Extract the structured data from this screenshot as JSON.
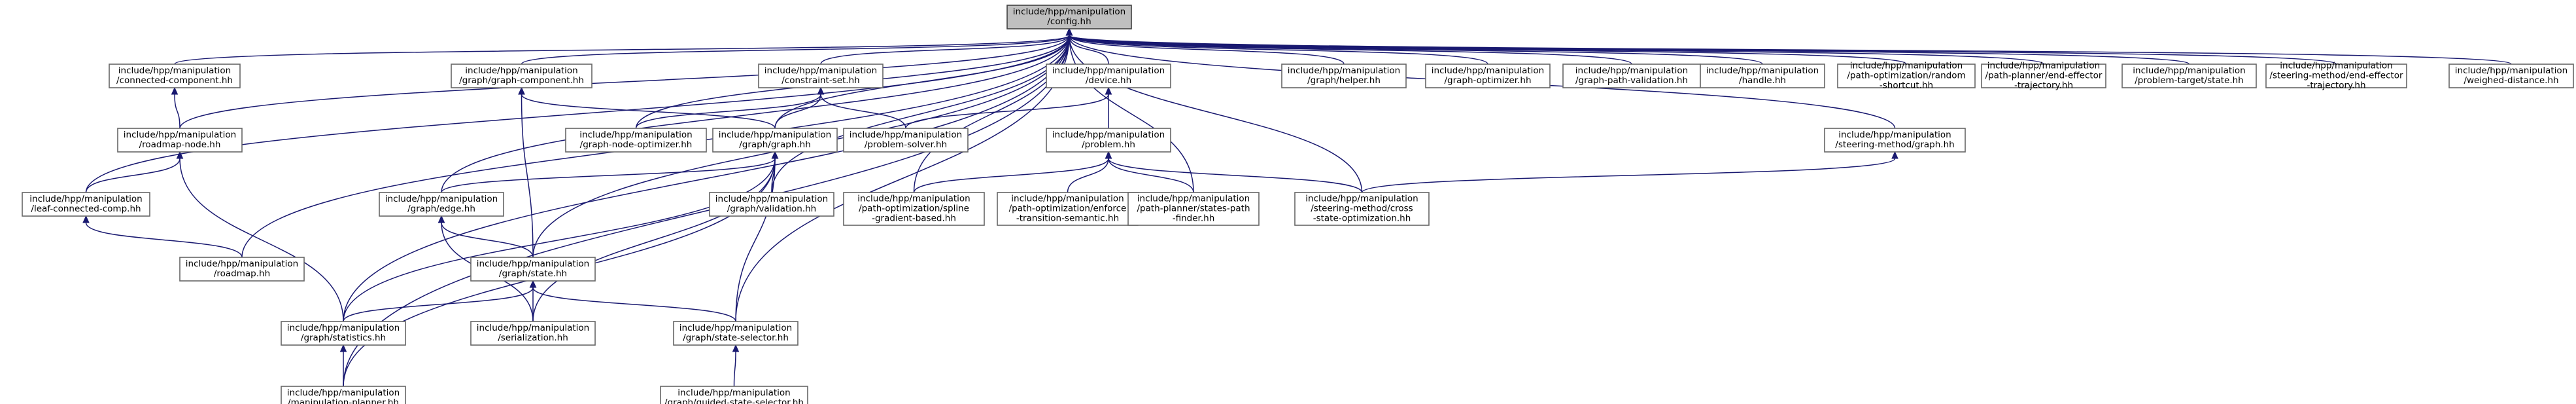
{
  "colors": {
    "edge": "#191970",
    "node_fill": "#ffffff",
    "node_border": "#666666",
    "root_fill": "#bfbfbf"
  },
  "nodes": [
    {
      "id": "config",
      "lines": [
        "include/hpp/manipulation",
        "/config.hh"
      ]
    },
    {
      "id": "connected_component",
      "lines": [
        "include/hpp/manipulation",
        "/connected-component.hh"
      ]
    },
    {
      "id": "roadmap_node",
      "lines": [
        "include/hpp/manipulation",
        "/roadmap-node.hh"
      ]
    },
    {
      "id": "leaf_connected_comp",
      "lines": [
        "include/hpp/manipulation",
        "/leaf-connected-comp.hh"
      ]
    },
    {
      "id": "roadmap",
      "lines": [
        "include/hpp/manipulation",
        "/roadmap.hh"
      ]
    },
    {
      "id": "graph_statistics",
      "lines": [
        "include/hpp/manipulation",
        "/graph/statistics.hh"
      ]
    },
    {
      "id": "manipulation_planner",
      "lines": [
        "include/hpp/manipulation",
        "/manipulation-planner.hh"
      ]
    },
    {
      "id": "graph_component",
      "lines": [
        "include/hpp/manipulation",
        "/graph/graph-component.hh"
      ]
    },
    {
      "id": "graph_edge",
      "lines": [
        "include/hpp/manipulation",
        "/graph/edge.hh"
      ]
    },
    {
      "id": "graph_state",
      "lines": [
        "include/hpp/manipulation",
        "/graph/state.hh"
      ]
    },
    {
      "id": "serialization",
      "lines": [
        "include/hpp/manipulation",
        "/serialization.hh"
      ]
    },
    {
      "id": "constraint_set",
      "lines": [
        "include/hpp/manipulation",
        "/constraint-set.hh"
      ]
    },
    {
      "id": "graph_node_optimizer",
      "lines": [
        "include/hpp/manipulation",
        "/graph-node-optimizer.hh"
      ]
    },
    {
      "id": "graph_graph",
      "lines": [
        "include/hpp/manipulation",
        "/graph/graph.hh"
      ]
    },
    {
      "id": "graph_validation",
      "lines": [
        "include/hpp/manipulation",
        "/graph/validation.hh"
      ]
    },
    {
      "id": "state_selector",
      "lines": [
        "include/hpp/manipulation",
        "/graph/state-selector.hh"
      ]
    },
    {
      "id": "guided_state_selector",
      "lines": [
        "include/hpp/manipulation",
        "/graph/guided-state-selector.hh"
      ]
    },
    {
      "id": "device",
      "lines": [
        "include/hpp/manipulation",
        "/device.hh"
      ]
    },
    {
      "id": "problem_solver",
      "lines": [
        "include/hpp/manipulation",
        "/problem-solver.hh"
      ]
    },
    {
      "id": "problem",
      "lines": [
        "include/hpp/manipulation",
        "/problem.hh"
      ]
    },
    {
      "id": "spline_gradient",
      "lines": [
        "include/hpp/manipulation",
        "/path-optimization/spline",
        "-gradient-based.hh"
      ]
    },
    {
      "id": "enforce_transition",
      "lines": [
        "include/hpp/manipulation",
        "/path-optimization/enforce",
        "-transition-semantic.hh"
      ]
    },
    {
      "id": "states_path_finder",
      "lines": [
        "include/hpp/manipulation",
        "/path-planner/states-path",
        "-finder.hh"
      ]
    },
    {
      "id": "cross_state_optimization",
      "lines": [
        "include/hpp/manipulation",
        "/steering-method/cross",
        "-state-optimization.hh"
      ]
    },
    {
      "id": "graph_helper",
      "lines": [
        "include/hpp/manipulation",
        "/graph/helper.hh"
      ]
    },
    {
      "id": "graph_optimizer",
      "lines": [
        "include/hpp/manipulation",
        "/graph-optimizer.hh"
      ]
    },
    {
      "id": "graph_path_validation",
      "lines": [
        "include/hpp/manipulation",
        "/graph-path-validation.hh"
      ]
    },
    {
      "id": "handle",
      "lines": [
        "include/hpp/manipulation",
        "/handle.hh"
      ]
    },
    {
      "id": "random_shortcut",
      "lines": [
        "include/hpp/manipulation",
        "/path-optimization/random",
        "-shortcut.hh"
      ]
    },
    {
      "id": "end_effector_trajectory",
      "lines": [
        "include/hpp/manipulation",
        "/path-planner/end-effector",
        "-trajectory.hh"
      ]
    },
    {
      "id": "problem_target_state",
      "lines": [
        "include/hpp/manipulation",
        "/problem-target/state.hh"
      ]
    },
    {
      "id": "sm_end_effector_trajectory",
      "lines": [
        "include/hpp/manipulation",
        "/steering-method/end-effector",
        "-trajectory.hh"
      ]
    },
    {
      "id": "sm_graph",
      "lines": [
        "include/hpp/manipulation",
        "/steering-method/graph.hh"
      ]
    },
    {
      "id": "weighed_distance",
      "lines": [
        "include/hpp/manipulation",
        "/weighed-distance.hh"
      ]
    }
  ],
  "edges": [
    [
      "config",
      "connected_component"
    ],
    [
      "config",
      "roadmap_node"
    ],
    [
      "config",
      "leaf_connected_comp"
    ],
    [
      "config",
      "roadmap"
    ],
    [
      "config",
      "graph_statistics"
    ],
    [
      "config",
      "manipulation_planner"
    ],
    [
      "config",
      "graph_component"
    ],
    [
      "config",
      "graph_edge"
    ],
    [
      "config",
      "graph_state"
    ],
    [
      "config",
      "constraint_set"
    ],
    [
      "config",
      "graph_node_optimizer"
    ],
    [
      "config",
      "graph_graph"
    ],
    [
      "config",
      "graph_validation"
    ],
    [
      "config",
      "state_selector"
    ],
    [
      "config",
      "device"
    ],
    [
      "config",
      "spline_gradient"
    ],
    [
      "config",
      "states_path_finder"
    ],
    [
      "config",
      "cross_state_optimization"
    ],
    [
      "config",
      "graph_helper"
    ],
    [
      "config",
      "graph_optimizer"
    ],
    [
      "config",
      "graph_path_validation"
    ],
    [
      "config",
      "handle"
    ],
    [
      "config",
      "random_shortcut"
    ],
    [
      "config",
      "end_effector_trajectory"
    ],
    [
      "config",
      "problem_target_state"
    ],
    [
      "config",
      "sm_end_effector_trajectory"
    ],
    [
      "config",
      "sm_graph"
    ],
    [
      "config",
      "weighed_distance"
    ],
    [
      "connected_component",
      "roadmap_node"
    ],
    [
      "roadmap_node",
      "leaf_connected_comp"
    ],
    [
      "roadmap_node",
      "graph_statistics"
    ],
    [
      "leaf_connected_comp",
      "roadmap"
    ],
    [
      "graph_statistics",
      "manipulation_planner"
    ],
    [
      "graph_component",
      "graph_graph"
    ],
    [
      "graph_component",
      "graph_state"
    ],
    [
      "constraint_set",
      "graph_node_optimizer"
    ],
    [
      "constraint_set",
      "graph_graph"
    ],
    [
      "constraint_set",
      "problem_solver"
    ],
    [
      "graph_graph",
      "graph_edge"
    ],
    [
      "graph_graph",
      "graph_statistics"
    ],
    [
      "graph_graph",
      "graph_validation"
    ],
    [
      "graph_graph",
      "serialization"
    ],
    [
      "graph_graph",
      "state_selector"
    ],
    [
      "graph_graph",
      "manipulation_planner"
    ],
    [
      "graph_edge",
      "graph_state"
    ],
    [
      "graph_edge",
      "serialization"
    ],
    [
      "graph_state",
      "graph_statistics"
    ],
    [
      "graph_state",
      "serialization"
    ],
    [
      "graph_state",
      "state_selector"
    ],
    [
      "state_selector",
      "guided_state_selector"
    ],
    [
      "device",
      "problem_solver"
    ],
    [
      "device",
      "problem"
    ],
    [
      "problem",
      "spline_gradient"
    ],
    [
      "problem",
      "enforce_transition"
    ],
    [
      "problem",
      "states_path_finder"
    ],
    [
      "problem",
      "cross_state_optimization"
    ],
    [
      "sm_graph",
      "cross_state_optimization"
    ]
  ]
}
